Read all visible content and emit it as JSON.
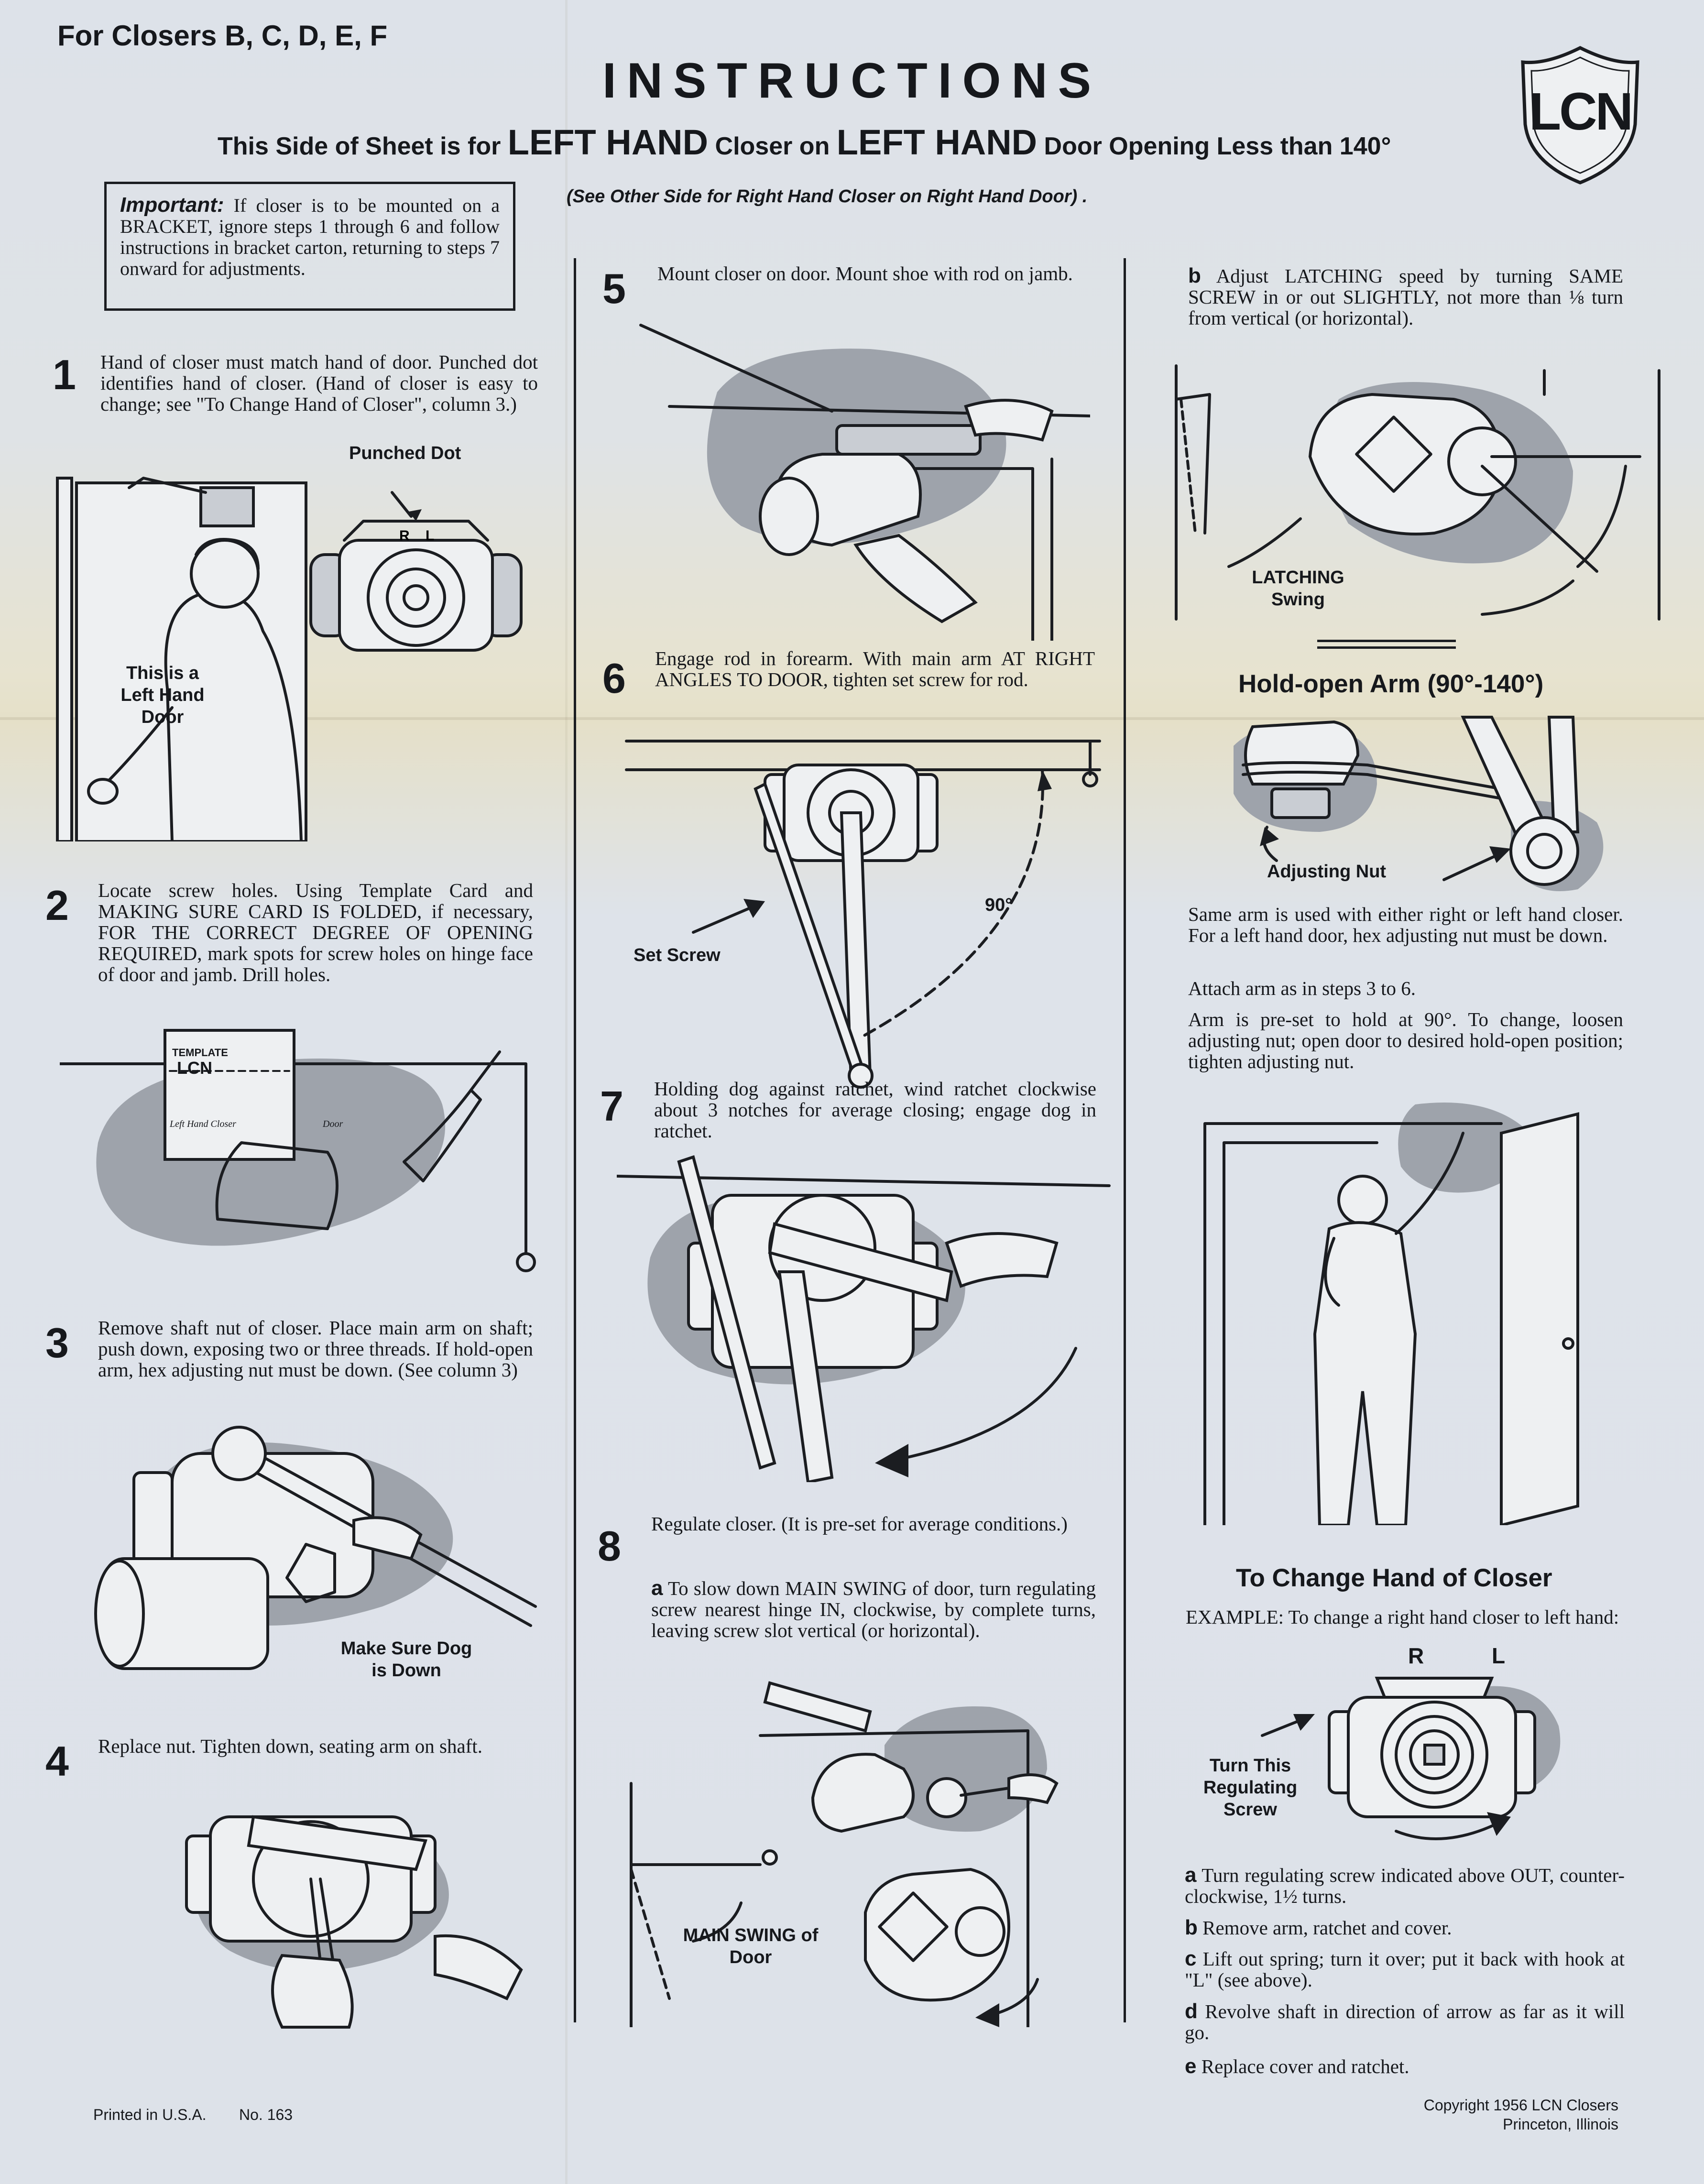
{
  "header": {
    "closer_models": "For Closers B, C, D, E, F",
    "title": "INSTRUCTIONS",
    "subtitle_pre": "This Side of Sheet is for",
    "subtitle_hand_1": "LEFT HAND",
    "subtitle_mid": "Closer on",
    "subtitle_hand_2": "LEFT HAND",
    "subtitle_post": "Door Opening Less than 140°",
    "see_other_side": "(See Other Side for Right Hand Closer on Right Hand Door) .",
    "logo_text": "LCN"
  },
  "important": {
    "label": "Important:",
    "text": "If closer is to be mounted on a BRACKET, ignore steps 1 through 6 and follow instructions in bracket carton, returning to steps 7 onward for adjustments."
  },
  "steps": [
    {
      "number": "1",
      "text": "Hand of closer must match hand of door. Punched dot identifies hand of closer. (Hand of closer is easy to change; see \"To Change Hand of Closer\", column 3.)"
    },
    {
      "number": "2",
      "text": "Locate screw holes. Using Template Card and MAKING SURE CARD IS FOLDED, if necessary, FOR THE CORRECT DEGREE OF OPENING REQUIRED, mark spots for screw holes on hinge face of door and jamb. Drill holes."
    },
    {
      "number": "3",
      "text": "Remove shaft nut of closer. Place main arm on shaft; push down, exposing two or three threads. If hold-open arm, hex adjusting nut must be down. (See column 3)"
    },
    {
      "number": "4",
      "text": "Replace nut. Tighten down, seating arm on shaft."
    },
    {
      "number": "5",
      "text": "Mount closer on door. Mount shoe with rod on jamb."
    },
    {
      "number": "6",
      "text": "Engage rod in forearm. With main arm AT RIGHT ANGLES TO DOOR, tighten set screw for rod."
    },
    {
      "number": "7",
      "text": "Holding dog against ratchet, wind ratchet clockwise about 3 notches for average closing; engage dog in ratchet."
    },
    {
      "number": "8",
      "text": "Regulate closer. (It is pre-set for average conditions.)"
    }
  ],
  "step8": {
    "a_letter": "a",
    "a_text": "To slow down MAIN SWING of door, turn regulating screw nearest hinge IN, clockwise, by complete turns, leaving screw slot vertical (or horizontal).",
    "b_letter": "b",
    "b_text": "Adjust LATCHING speed by turning SAME SCREW in or out SLIGHTLY, not more than ⅛ turn from vertical (or horizontal)."
  },
  "labels": {
    "punched_dot": "Punched Dot",
    "left_hand_door": "This is a Left Hand Door",
    "template": "TEMPLATE",
    "template_logo": "LCN",
    "template_left": "Left Hand Closer",
    "template_door": "Door",
    "make_sure_dog": "Make Sure Dog is Down",
    "set_screw": "Set Screw",
    "ninety": "90°",
    "main_swing": "MAIN SWING of Door",
    "latching_swing": "LATCHING Swing",
    "adjusting_nut": "Adjusting Nut",
    "turn_this": "Turn This Regulating Screw",
    "r": "R",
    "l": "L"
  },
  "hold_open": {
    "heading": "Hold-open Arm (90°-140°)",
    "p1": "Same arm is used with either right or left hand closer. For a left hand door, hex adjusting nut must be down.",
    "p2": "Attach arm as in steps 3 to 6.",
    "p3": "Arm is pre-set to hold at 90°. To change, loosen adjusting nut; open door to desired hold-open position; tighten adjusting nut."
  },
  "change_hand": {
    "heading": "To Change Hand of Closer",
    "example": "EXAMPLE: To change a right hand closer to left hand:",
    "items": [
      {
        "letter": "a",
        "text": "Turn regulating screw indicated above OUT, counter-clockwise, 1½ turns."
      },
      {
        "letter": "b",
        "text": "Remove arm, ratchet and cover."
      },
      {
        "letter": "c",
        "text": "Lift out spring; turn it over; put it back with hook at \"L\" (see above)."
      },
      {
        "letter": "d",
        "text": "Revolve shaft in direction of arrow as far as it will go."
      },
      {
        "letter": "e",
        "text": "Replace cover and ratchet."
      }
    ]
  },
  "footer": {
    "printed": "Printed in U.S.A.",
    "number": "No. 163",
    "copyright": "Copyright 1956 LCN Closers",
    "location": "Princeton, Illinois"
  }
}
